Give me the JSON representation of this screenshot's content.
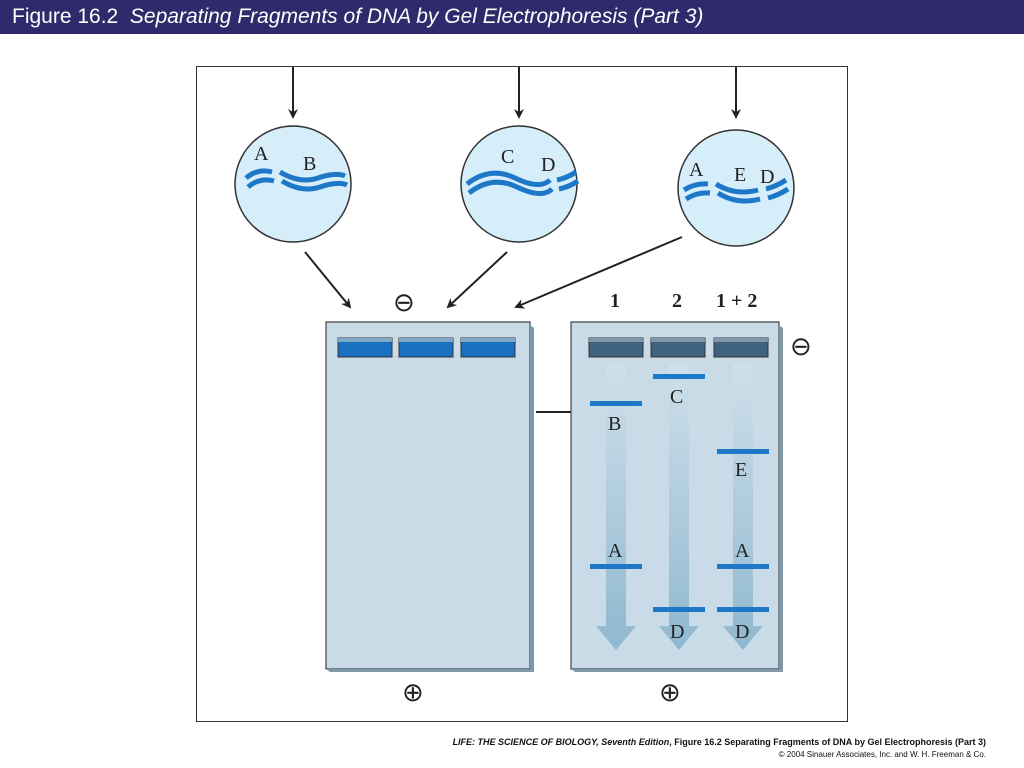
{
  "title": {
    "figure_number": "Figure 16.2",
    "figure_title": "Separating Fragments of DNA by Gel Electrophoresis (Part 3)"
  },
  "colors": {
    "title_bar": "#2e2a6b",
    "dna_blue": "#1e78c8",
    "circle_fill": "#d6eefa",
    "gel_fill": "#c9dbe6",
    "well_blue": "#1a6fc0",
    "well_dark": "#3f627e",
    "band_blue": "#1e78c8",
    "migration_arrow": "#9cc2d8"
  },
  "samples": [
    {
      "fragment_labels": [
        "A",
        "B"
      ]
    },
    {
      "fragment_labels": [
        "C",
        "D"
      ]
    },
    {
      "fragment_labels": [
        "A",
        "E",
        "D"
      ]
    }
  ],
  "gel_left": {
    "negative_symbol": "⊖",
    "positive_symbol": "⊕"
  },
  "gel_right": {
    "lane_labels": [
      "1",
      "2",
      "1 + 2"
    ],
    "negative_symbol": "⊖",
    "positive_symbol": "⊕",
    "bands": {
      "lane1": [
        "B",
        "A"
      ],
      "lane2": [
        "C",
        "D"
      ],
      "lane3": [
        "E",
        "A",
        "D"
      ]
    }
  },
  "footer": {
    "book_title": "LIFE: THE SCIENCE OF BIOLOGY, Seventh Edition",
    "caption": ", Figure 16.2 Separating Fragments of DNA by Gel Electrophoresis (Part 3)",
    "copyright": "© 2004 Sinauer Associates, Inc. and W. H. Freeman & Co."
  }
}
